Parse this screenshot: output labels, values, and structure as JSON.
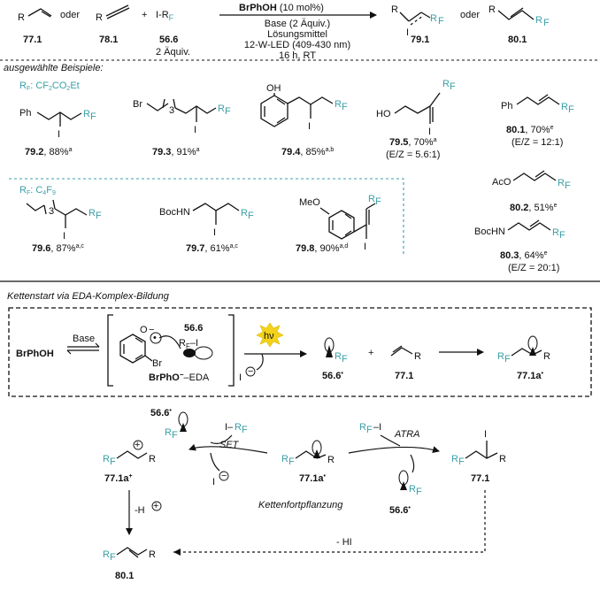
{
  "scheme": {
    "alkene": "77.1",
    "oder1": "oder",
    "alkyne": "78.1",
    "plus": "+",
    "iodide_prefix": "I-R",
    "iodide_sub": "F",
    "iodide": "56.6",
    "iodide_equiv": "2 Äquiv.",
    "cond_catalyst": "BrPhOH",
    "cond_catalyst_amount": " (10 mol%)",
    "cond_base": "Base (2 Äquiv.)",
    "cond_solvent": "Lösungsmittel",
    "cond_light": "12-W-LED (409-430 nm)",
    "cond_time": "16 h, RT",
    "product1": "79.1",
    "oder2": "oder",
    "product2": "80.1"
  },
  "examples": {
    "heading": "ausgewählte Beispiele:",
    "rf_cf2": "R",
    "rf_cf2_label": "F",
    "rf_cf2_def": ": CF",
    "rf_cf2_def2": "2",
    "rf_cf2_def3": "CO",
    "rf_cf2_def4": "2",
    "rf_cf2_def5": "Et",
    "rf_c4f9": "R",
    "rf_c4f9_label": "F",
    "rf_c4f9_def": ": C",
    "rf_c4f9_def2": "4",
    "rf_c4f9_def3": "F",
    "rf_c4f9_def4": "9",
    "items": [
      {
        "id": "79.2",
        "yield": ", 88%",
        "note": "a"
      },
      {
        "id": "79.3",
        "yield": ", 91%",
        "note": "a"
      },
      {
        "id": "79.4",
        "yield": ", 85%",
        "note": "a,b"
      },
      {
        "id": "79.5",
        "yield": ", 70%",
        "note": "a",
        "ez": "(E/Z = 5.6:1)"
      },
      {
        "id": "80.1",
        "yield": ", 70%",
        "note": "e",
        "ez": "(E/Z = 12:1)"
      },
      {
        "id": "80.2",
        "yield": ", 51%",
        "note": "e"
      },
      {
        "id": "79.6",
        "yield": ", 87%",
        "note": "a,c"
      },
      {
        "id": "79.7",
        "yield": ", 61%",
        "note": "a,c"
      },
      {
        "id": "79.8",
        "yield": ", 90%",
        "note": "a,d"
      },
      {
        "id": "80.3",
        "yield": ", 64%",
        "note": "e",
        "ez": "(E/Z = 20:1)"
      }
    ],
    "groups": {
      "ph": "Ph",
      "br": "Br",
      "oh": "OH",
      "ho": "HO",
      "aco": "AcO",
      "bochn": "BocHN",
      "meo": "MeO",
      "i": "I",
      "three": "3"
    }
  },
  "mechanism": {
    "heading": "Kettenstart via EDA-Komplex-Bildung",
    "brphoh": "BrPhOH",
    "base": "Base",
    "complex_label": "BrPhO",
    "complex_label2": "–EDA",
    "complex_ref": "56.6",
    "hv": "hν",
    "iodide_anion": "I",
    "radical": "56.6",
    "alkene": "77.1",
    "radical_adduct": "77.1a",
    "plus": "+",
    "R": "R",
    "Br": "Br",
    "O": "O",
    "set": "SET",
    "atra": "ATRA",
    "cation": "77.1a",
    "minus_h": "-H",
    "propagation": "Kettenfortpflanzung",
    "product_atra": "77.1",
    "minus_hi": "- HI",
    "final_product": "80.1"
  },
  "colors": {
    "teal": "#3a9fa6",
    "ink": "#111111"
  }
}
